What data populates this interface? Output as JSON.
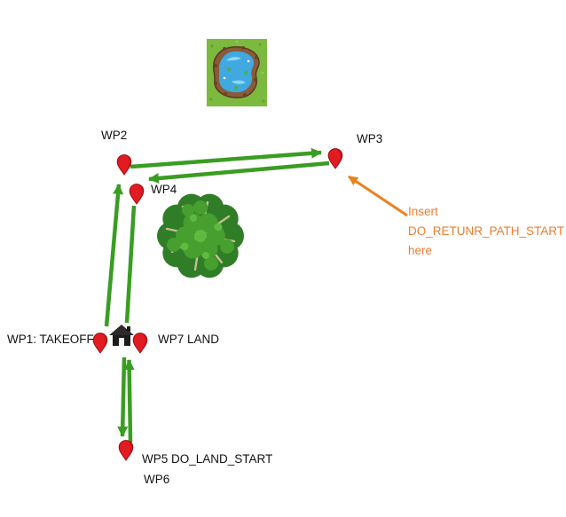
{
  "waypoints": {
    "wp1": "WP1: TAKEOFF",
    "wp2": "WP2",
    "wp3": "WP3",
    "wp4": "WP4",
    "wp5": "WP5 DO_LAND_START",
    "wp6": "WP6",
    "wp7": "WP7 LAND"
  },
  "annotation": {
    "text": "Insert DO_RETUNR_PATH_START here"
  },
  "icons": {
    "pin": "map-pin",
    "house": "house",
    "tree": "tree-top-view",
    "pond": "pond-top-view"
  },
  "colors": {
    "path_arrow_green": "#3A9D23",
    "annotation_orange": "#ED7D31",
    "pin_red": "#E21B22"
  }
}
